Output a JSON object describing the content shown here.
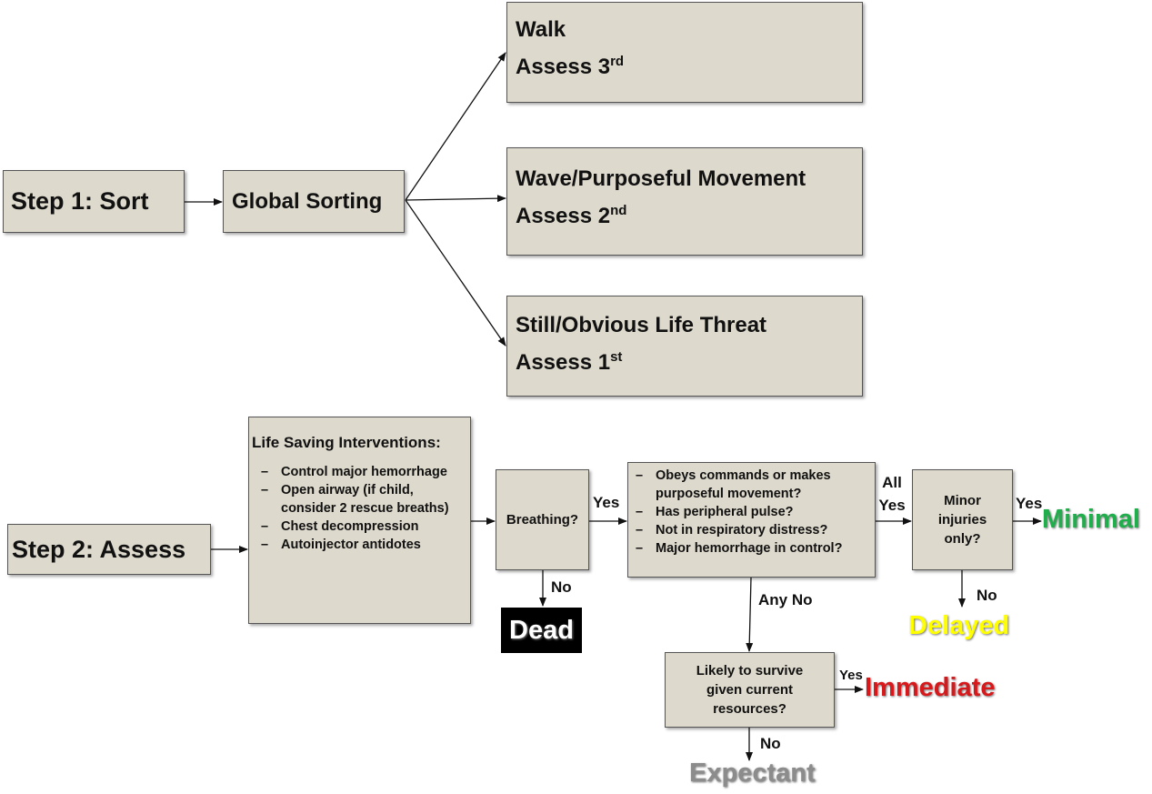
{
  "step1": {
    "label": "Step 1: Sort",
    "global_sorting": "Global Sorting",
    "walk": {
      "title": "Walk",
      "assess": "Assess 3",
      "sup": "rd"
    },
    "wave": {
      "title": "Wave/Purposeful Movement",
      "assess": "Assess 2",
      "sup": "nd"
    },
    "still": {
      "title": "Still/Obvious Life Threat",
      "assess": "Assess 1",
      "sup": "st"
    }
  },
  "step2": {
    "label": "Step 2: Assess",
    "lsi": {
      "title": "Life Saving Interventions:",
      "items": [
        "Control major hemorrhage",
        "Open airway (if child, consider 2 rescue breaths)",
        "Chest decompression",
        "Autoinjector antidotes"
      ]
    },
    "breathing": "Breathing?",
    "questions": [
      "Obeys commands or makes purposeful movement?",
      "Has peripheral pulse?",
      "Not in respiratory distress?",
      "Major hemorrhage in control?"
    ],
    "minor": "Minor injuries only?",
    "likely": "Likely to survive given current resources?",
    "labels": {
      "yes_breathing": "Yes",
      "no_breathing": "No",
      "all_yes": "All Yes",
      "any_no": "Any No",
      "yes_minor": "Yes",
      "no_minor": "No",
      "yes_likely": "Yes",
      "no_likely": "No"
    },
    "outcomes": {
      "dead": "Dead",
      "minimal": "Minimal",
      "delayed": "Delayed",
      "immediate": "Immediate",
      "expectant": "Expectant"
    },
    "colors": {
      "minimal": "#1fae4b",
      "delayed": "#ffff00",
      "immediate": "#d7191c",
      "expectant": "#8c8c8c",
      "dead_bg": "#000000",
      "box_fill": "#ddd9cc"
    }
  }
}
